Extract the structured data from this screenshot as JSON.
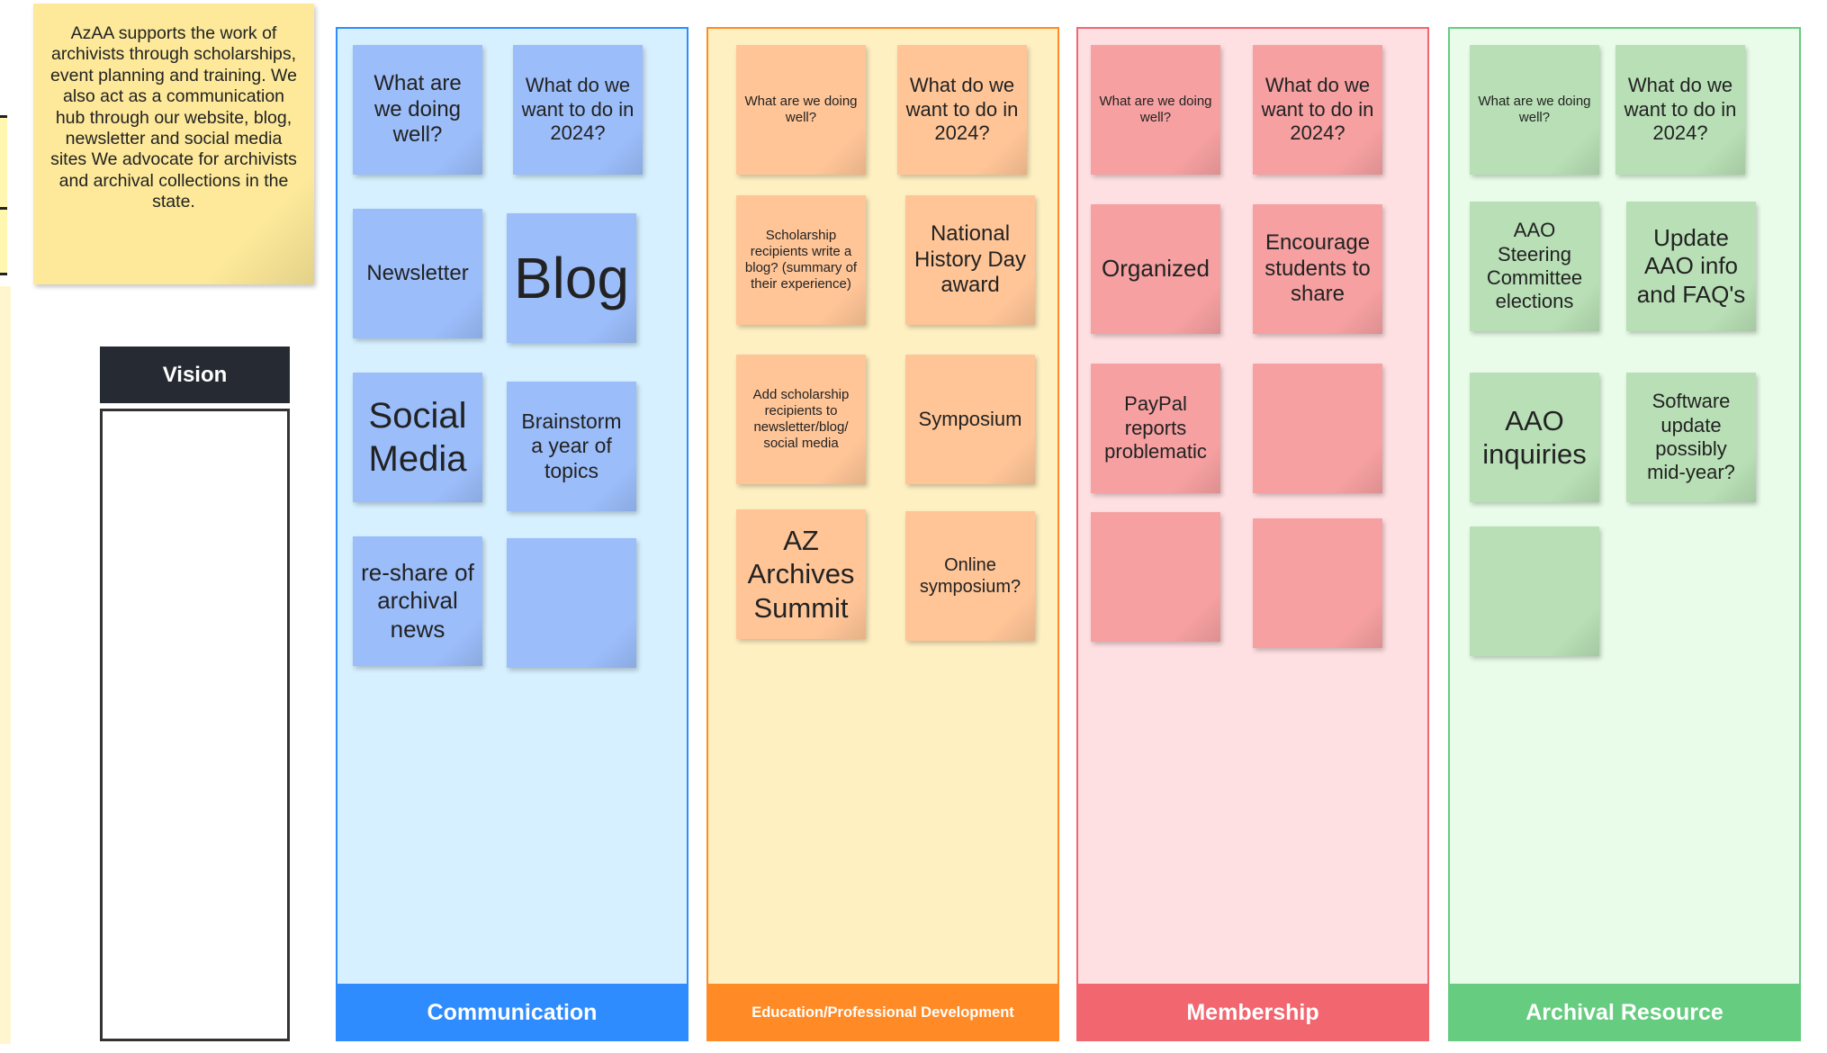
{
  "mission_note": "AzAA supports the work of archivists through scholarships, event planning and training. We also act as a communication hub through our website, blog, newsletter and social media sites We advocate for archivists and archival collections in the state.",
  "vision": {
    "label": "Vision"
  },
  "columns": [
    {
      "title": "Communication",
      "accent": "#2f8cff",
      "background": "#d6f0ff",
      "note_color": "#9bbdfa",
      "notes": [
        "What are we doing well?",
        "What do we want to do in 2024?",
        "Newsletter",
        "Blog",
        "Social Media",
        "Brainstorm a year of topics",
        "re-share of archival news",
        ""
      ]
    },
    {
      "title": "Education/Professional Development",
      "accent": "#ff8a26",
      "background": "#fff0c2",
      "note_color": "#ffc597",
      "notes": [
        "What are we doing well?",
        "What do we want to do in 2024?",
        "Scholarship recipients write a blog? (summary of their experience)",
        "National History Day award",
        "Add scholarship recipients to newsletter/blog/ social media",
        "Symposium",
        "AZ Archives Summit",
        "Online symposium?"
      ]
    },
    {
      "title": "Membership",
      "accent": "#f26670",
      "background": "#ffe0e2",
      "note_color": "#f6a0a1",
      "notes": [
        "What are we doing well?",
        "What do we want to do in 2024?",
        "Organized",
        "Encourage students to share",
        "PayPal reports problematic",
        "",
        "",
        ""
      ]
    },
    {
      "title": "Archival Resource",
      "accent": "#66cc7f",
      "background": "#e9fce9",
      "note_color": "#b8dfb5",
      "notes": [
        "What are we doing well?",
        "What do we want to do in 2024?",
        "AAO Steering Committee elections",
        "Update AAO info and FAQ's",
        "AAO inquiries",
        "Software update possibly mid-year?",
        ""
      ]
    }
  ]
}
